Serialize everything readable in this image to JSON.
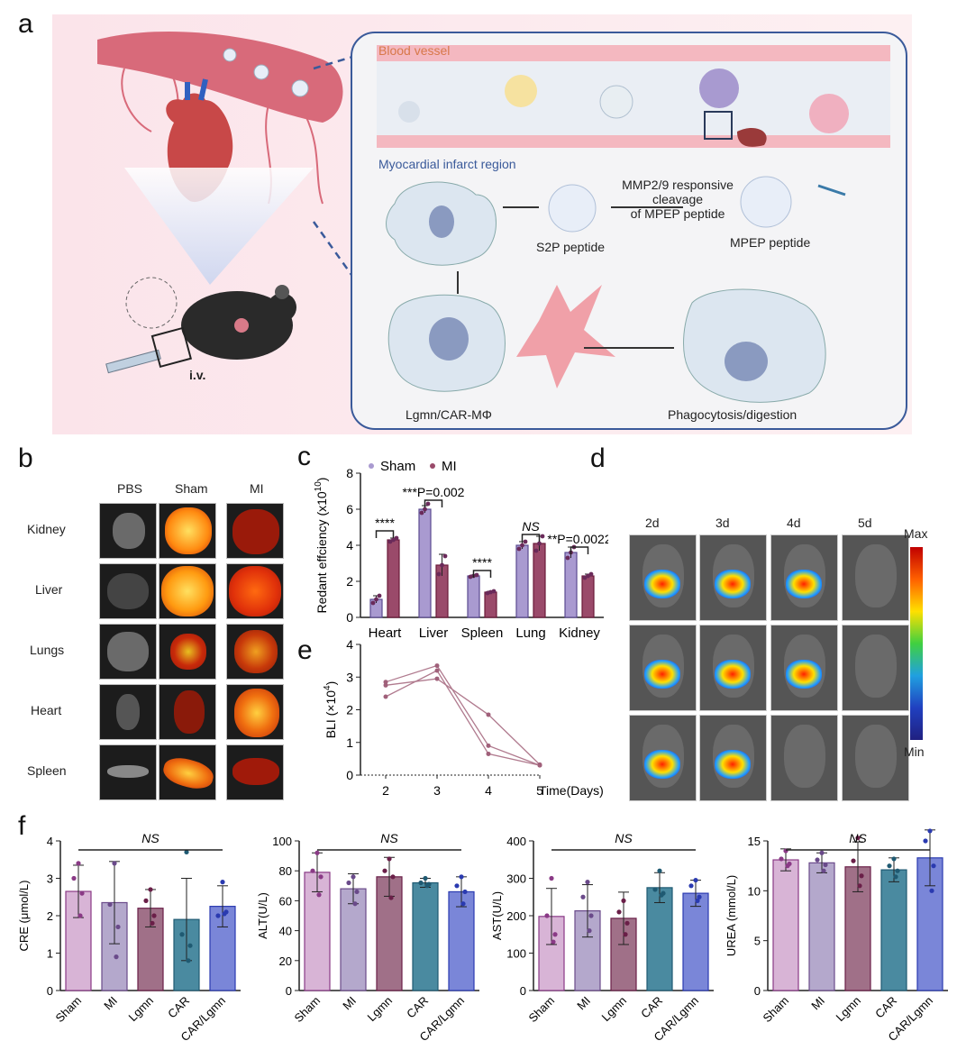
{
  "panels": {
    "a": "a",
    "b": "b",
    "c": "c",
    "d": "d",
    "e": "e",
    "f": "f"
  },
  "schematic": {
    "blood_vessel": "Blood vessel",
    "infarct_region": "Myocardial infarct region",
    "mmp_text_1": "MMP2/9  responsive",
    "mmp_text_2": "cleavage",
    "mmp_text_3": "of MPEP peptide",
    "s2p": "S2P peptide",
    "mpep": "MPEP peptide",
    "lgmn": "Lgmn/CAR-MΦ",
    "phago": "Phagocytosis/digestion",
    "iv": "i.v."
  },
  "imaging_b": {
    "columns": [
      "PBS",
      "Sham",
      "MI"
    ],
    "rows": [
      "Kidney",
      "Liver",
      "Lungs",
      "Heart",
      "Spleen"
    ]
  },
  "imaging_d": {
    "columns": [
      "2d",
      "3d",
      "4d",
      "5d"
    ],
    "scale_max": "Max",
    "scale_min": "Min"
  },
  "chart_data": [
    {
      "id": "c",
      "type": "bar",
      "categories": [
        "Heart",
        "Liver",
        "Spleen",
        "Lung",
        "Kidney"
      ],
      "series": [
        {
          "name": "Sham",
          "values": [
            1.0,
            6.0,
            2.3,
            4.0,
            3.6
          ],
          "errors": [
            0.2,
            0.2,
            0.05,
            0.2,
            0.3
          ],
          "points": [
            [
              0.8,
              1.0,
              1.2
            ],
            [
              5.8,
              6.0,
              6.3
            ],
            [
              2.25,
              2.3,
              2.35
            ],
            [
              3.8,
              4.0,
              4.2
            ],
            [
              3.3,
              3.6,
              3.9
            ]
          ]
        },
        {
          "name": "MI",
          "values": [
            4.3,
            2.9,
            1.4,
            4.1,
            2.3
          ],
          "errors": [
            0.1,
            0.6,
            0.05,
            0.4,
            0.1
          ],
          "points": [
            [
              4.2,
              4.3,
              4.4
            ],
            [
              2.4,
              2.9,
              3.4
            ],
            [
              1.35,
              1.4,
              1.45
            ],
            [
              3.7,
              4.1,
              4.5
            ],
            [
              2.2,
              2.3,
              2.4
            ]
          ]
        }
      ],
      "ylabel_main": "Redant effciency (x10",
      "ylabel_exp": "10",
      "ylabel_close": ")",
      "ylim": [
        0,
        8
      ],
      "yticks": [
        "0",
        "2",
        "4",
        "6",
        "8"
      ],
      "legend": "top-left",
      "annotations": [
        "****",
        "***P=0.002",
        "****",
        "NS",
        "**P=0.0022"
      ],
      "colors": {
        "Sham": "#a99ad0",
        "MI": "#9a4a6a",
        "point": "#6a2a5a"
      }
    },
    {
      "id": "e",
      "type": "line",
      "x": [
        2,
        3,
        4,
        5
      ],
      "xticks": [
        "2",
        "3",
        "4",
        "5"
      ],
      "series": [
        {
          "values": [
            2.85,
            3.35,
            0.9,
            0.3
          ]
        },
        {
          "values": [
            2.75,
            2.95,
            1.85,
            0.32
          ]
        },
        {
          "values": [
            2.4,
            3.2,
            0.65,
            0.3
          ]
        }
      ],
      "ylabel_main": "BLI (×10",
      "ylabel_exp": "4",
      "ylabel_close": ")",
      "xlabel": "Time(Days)",
      "ylim": [
        0,
        4
      ],
      "yticks": [
        "0",
        "1",
        "2",
        "3",
        "4"
      ],
      "colors": {
        "line": "#b07a8e",
        "point": "#a0607a"
      }
    },
    {
      "id": "f1",
      "type": "bar",
      "categories": [
        "Sham",
        "MI",
        "Lgmn",
        "CAR",
        "CAR/Lgmn"
      ],
      "values": [
        2.65,
        2.35,
        2.2,
        1.9,
        2.25
      ],
      "errors": [
        0.7,
        1.1,
        0.5,
        1.1,
        0.55
      ],
      "points": [
        [
          3.4,
          3.0,
          2.6,
          2.0
        ],
        [
          3.4,
          2.3,
          1.7,
          0.9
        ],
        [
          2.7,
          2.4,
          2.0,
          1.8
        ],
        [
          3.7,
          1.5,
          1.2,
          0.8
        ],
        [
          2.9,
          2.0,
          2.1,
          2.05
        ]
      ],
      "ylabel": "CRE (μmol/L)",
      "ylim": [
        0,
        4
      ],
      "yticks": [
        "0",
        "1",
        "2",
        "3",
        "4"
      ],
      "annotation": "NS"
    },
    {
      "id": "f2",
      "type": "bar",
      "categories": [
        "Sham",
        "MI",
        "Lgmn",
        "CAR",
        "CAR/Lgmn"
      ],
      "values": [
        79,
        68,
        76,
        72,
        66
      ],
      "errors": [
        13,
        10,
        13,
        3,
        10
      ],
      "points": [
        [
          92,
          80,
          76,
          64
        ],
        [
          76,
          72,
          66,
          58
        ],
        [
          88,
          80,
          76,
          62
        ],
        [
          75,
          72,
          71,
          70
        ],
        [
          76,
          70,
          66,
          58
        ]
      ],
      "ylabel": "ALT(U/L)",
      "ylim": [
        0,
        100
      ],
      "yticks": [
        "0",
        "20",
        "40",
        "60",
        "80",
        "100"
      ],
      "annotation": "NS"
    },
    {
      "id": "f3",
      "type": "bar",
      "categories": [
        "Sham",
        "MI",
        "Lgmn",
        "CAR",
        "CAR/Lgmn"
      ],
      "values": [
        198,
        213,
        193,
        275,
        260
      ],
      "errors": [
        75,
        70,
        70,
        40,
        35
      ],
      "points": [
        [
          300,
          200,
          150,
          130
        ],
        [
          290,
          250,
          200,
          160
        ],
        [
          240,
          210,
          180,
          150
        ],
        [
          320,
          270,
          260,
          255
        ],
        [
          295,
          280,
          250,
          240
        ]
      ],
      "ylabel": "AST(U/L)",
      "ylim": [
        0,
        400
      ],
      "yticks": [
        "0",
        "100",
        "200",
        "300",
        "400"
      ],
      "annotation": "NS"
    },
    {
      "id": "f4",
      "type": "bar",
      "categories": [
        "Sham",
        "MI",
        "Lgmn",
        "CAR",
        "CAR/Lgmn"
      ],
      "values": [
        13.1,
        12.8,
        12.4,
        12.1,
        13.3
      ],
      "errors": [
        1.1,
        1.0,
        2.5,
        1.2,
        2.8
      ],
      "points": [
        [
          14,
          13.2,
          12.7,
          12.5
        ],
        [
          13.8,
          13.1,
          12.6,
          12.0
        ],
        [
          15.3,
          13.0,
          11.5,
          10.5
        ],
        [
          13.2,
          12.5,
          12.0,
          11.4
        ],
        [
          16.0,
          15.0,
          12.5,
          10.0
        ]
      ],
      "ylabel": "UREA (mmol/L)",
      "ylim": [
        0,
        15
      ],
      "ytick_values": [
        0,
        5,
        10,
        15
      ],
      "yticks": [
        "0",
        "5",
        "10",
        "15"
      ],
      "annotation": "NS"
    }
  ],
  "f_colors": {
    "Sham": [
      "#d8b4d6",
      "#8a3a86"
    ],
    "MI": [
      "#b4a8cc",
      "#6a4a8a"
    ],
    "Lgmn": [
      "#a07088",
      "#6a1f48"
    ],
    "CAR": [
      "#4a8aa0",
      "#1f5a72"
    ],
    "CAR/Lgmn": [
      "#7a86d8",
      "#2a3ab0"
    ]
  }
}
